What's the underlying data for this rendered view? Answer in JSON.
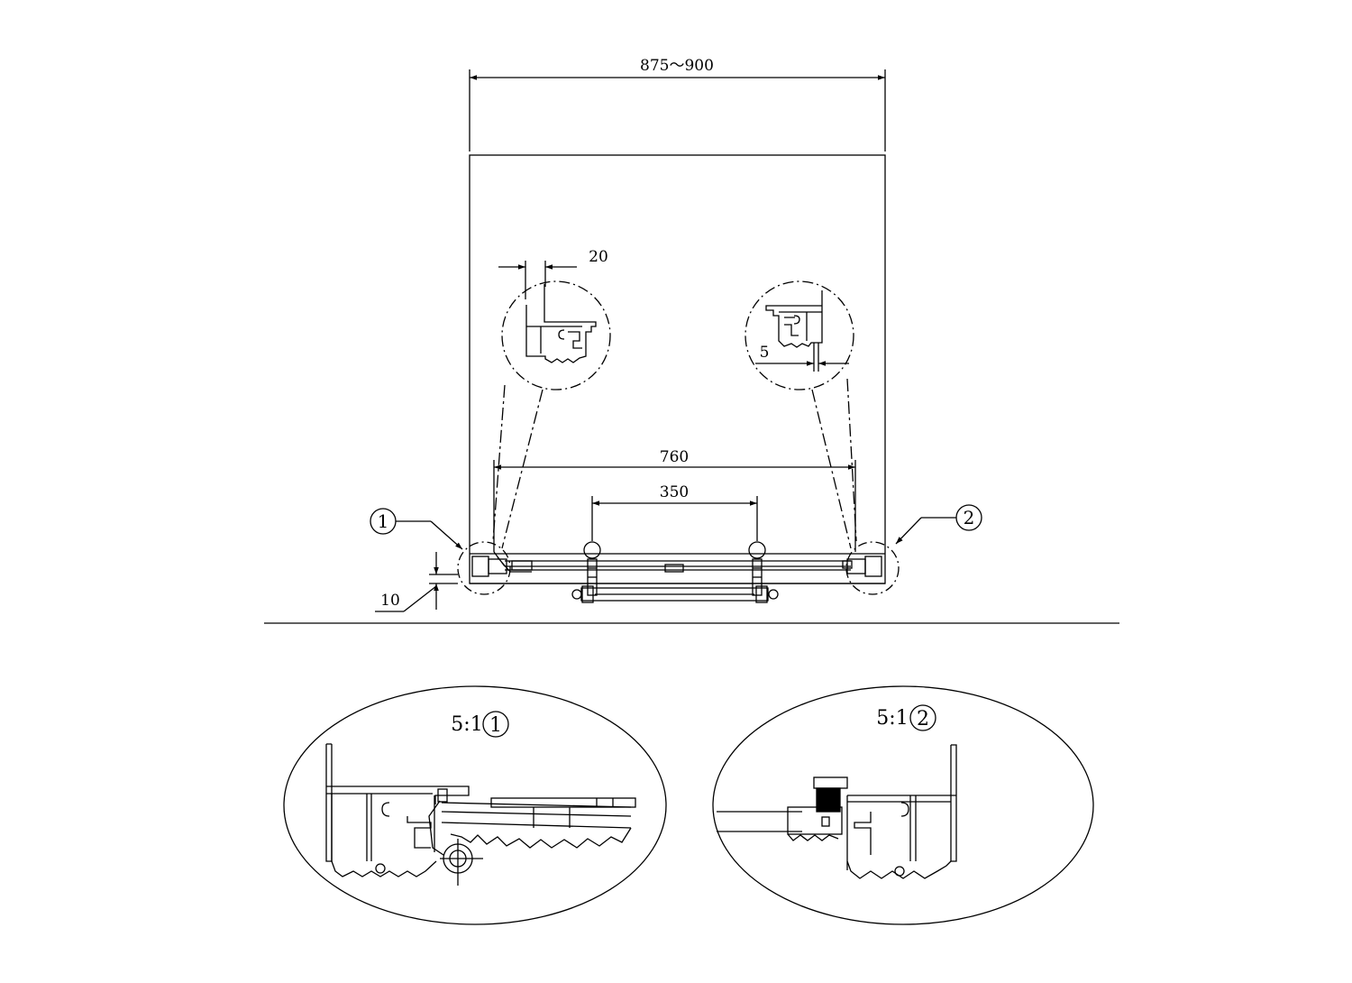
{
  "drawing": {
    "line_color": "#000000",
    "background": "#ffffff"
  },
  "dimensions": {
    "overall_width": "875～900",
    "detail_left": "20",
    "detail_right": "5",
    "track_length": "760",
    "handle_spacing": "350",
    "floor_gap": "10"
  },
  "markers": {
    "left": "1",
    "right": "2"
  },
  "details": {
    "left_scale": "5:1",
    "left_marker": "1",
    "right_scale": "5:1",
    "right_marker": "2"
  }
}
